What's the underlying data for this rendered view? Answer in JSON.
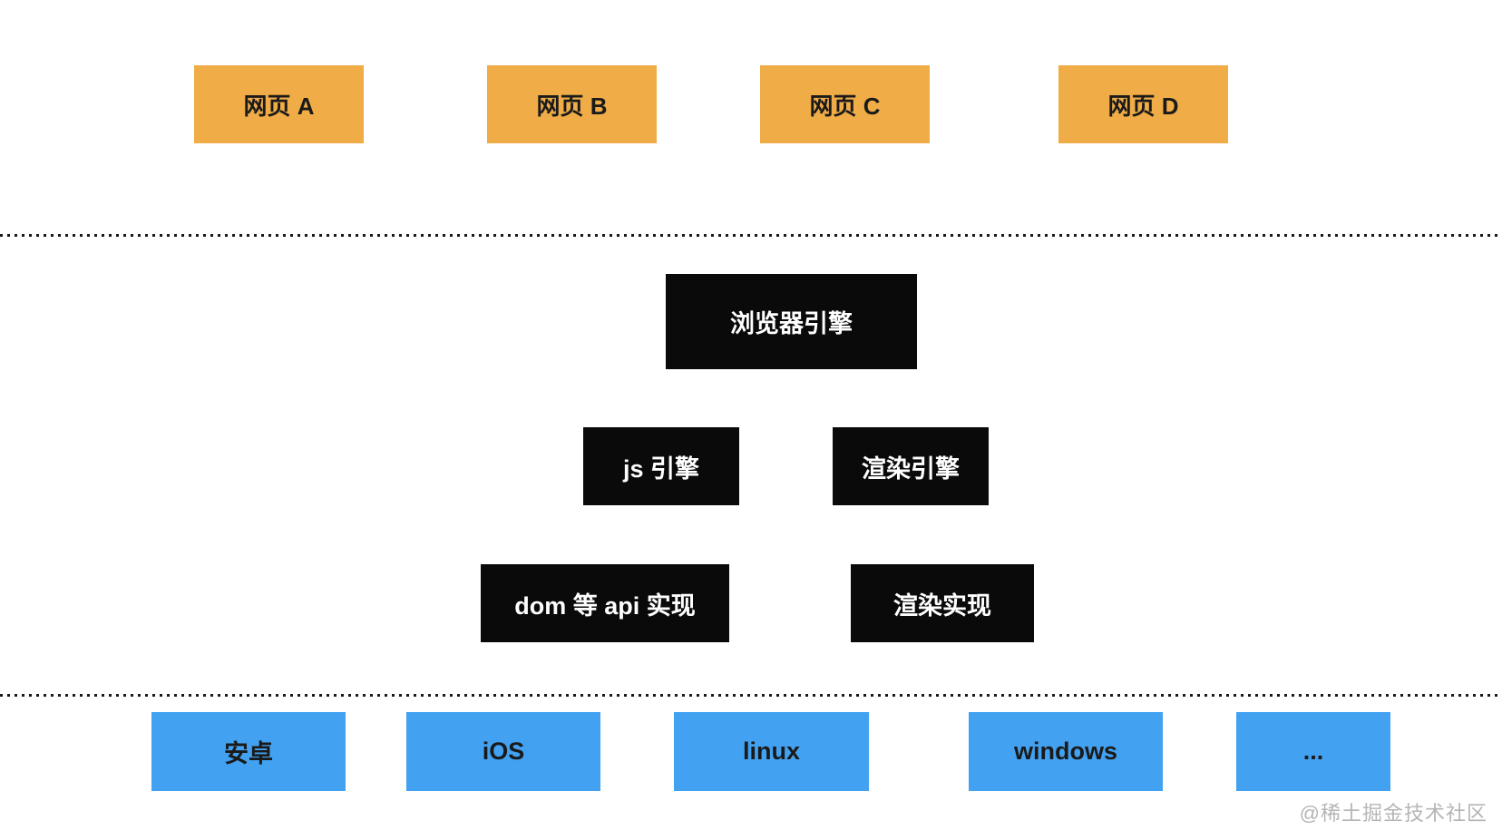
{
  "colors": {
    "page_bg": "#ffffff",
    "webpage_box": "#efac47",
    "engine_box": "#0a0a0a",
    "engine_text": "#ffffff",
    "platform_box": "#42a1f1",
    "box_text": "#1a1a1a",
    "divider_dot": "#1a1a1a",
    "watermark_text": "#b5b5b5"
  },
  "webpages": [
    {
      "label": "网页 A"
    },
    {
      "label": "网页 B"
    },
    {
      "label": "网页 C"
    },
    {
      "label": "网页 D"
    }
  ],
  "browser_engine": {
    "label": "浏览器引擎"
  },
  "engines": [
    {
      "label": "js 引擎"
    },
    {
      "label": "渲染引擎"
    }
  ],
  "implementations": [
    {
      "label": "dom 等 api 实现"
    },
    {
      "label": "渲染实现"
    }
  ],
  "platforms": [
    {
      "label": "安卓"
    },
    {
      "label": "iOS"
    },
    {
      "label": "linux"
    },
    {
      "label": "windows"
    },
    {
      "label": "..."
    }
  ],
  "watermark": {
    "text": "@稀土掘金技术社区"
  }
}
